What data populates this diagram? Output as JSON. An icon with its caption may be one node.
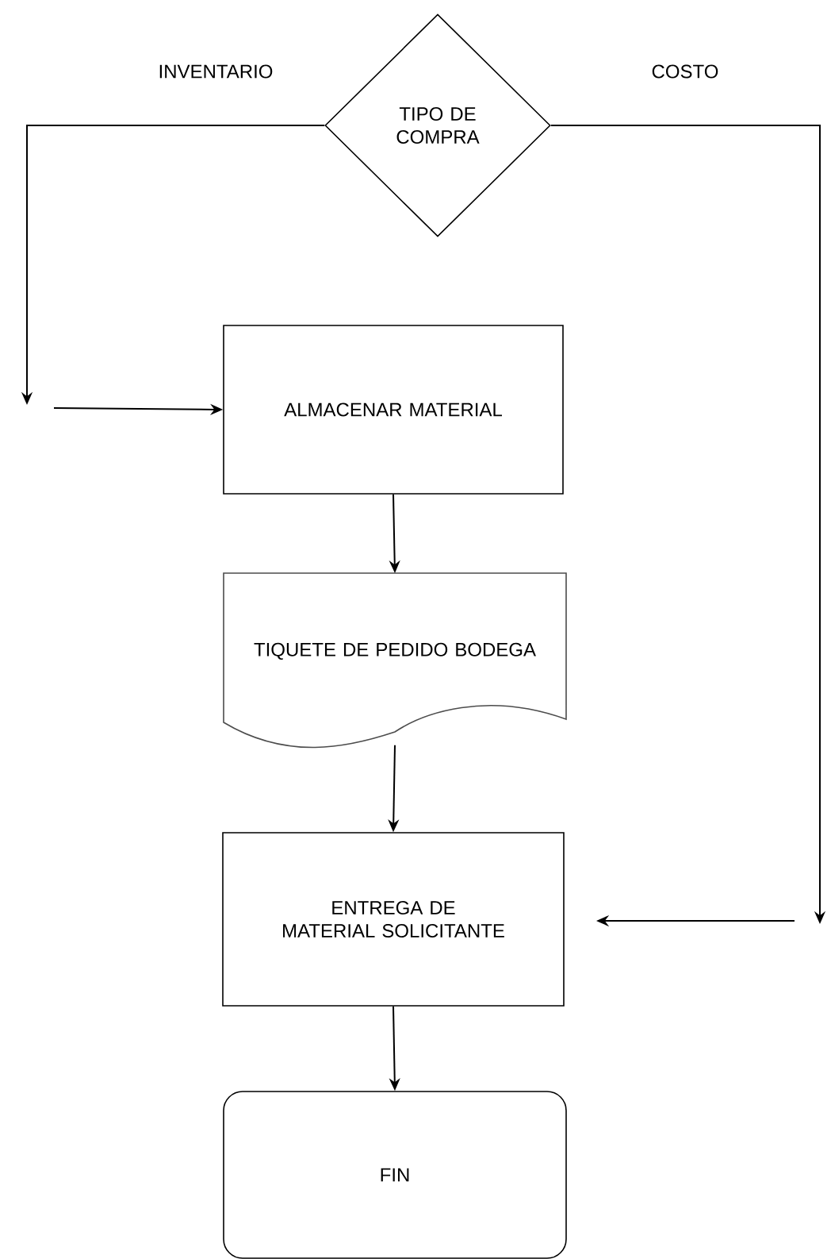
{
  "diagram": {
    "nodes": [
      {
        "text": [
          "TIPO DE COMPRA"
        ]
      },
      {
        "text": [
          "ALMACENAR MATERIAL"
        ]
      },
      {
        "text": [
          "TIQUETE DE PEDIDO BODEGA"
        ]
      },
      {
        "text": [
          "ENTREGA DE MATERIAL SOLICITANTE"
        ]
      },
      {
        "text": [
          "FIN"
        ]
      }
    ],
    "edges": [
      {
        "from": 0,
        "to": null,
        "arrow": "to",
        "label": "INVENTARIO"
      },
      {
        "from": 0,
        "to": null,
        "arrow": "to",
        "label": "COSTO"
      },
      {
        "from": null,
        "to": 1,
        "arrow": "to"
      },
      {
        "from": 1,
        "to": 2,
        "arrow": "to"
      },
      {
        "from": 2,
        "to": 3,
        "arrow": "to"
      },
      {
        "from": null,
        "to": 3,
        "arrow": "to"
      },
      {
        "from": 3,
        "to": 4,
        "arrow": "to"
      }
    ]
  }
}
